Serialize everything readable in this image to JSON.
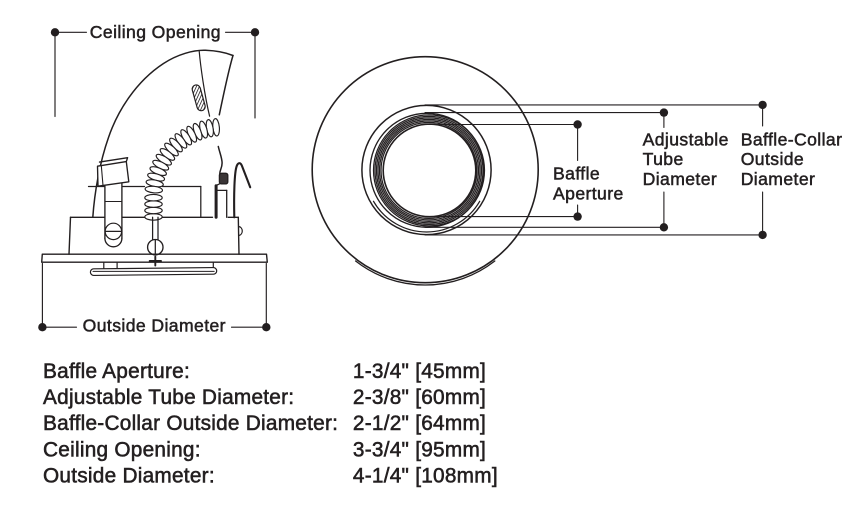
{
  "document_title": "Recessed gimbal downlight trim - dimension diagram",
  "colors": {
    "ink": "#231f20",
    "background": "#ffffff"
  },
  "side_view": {
    "dim_top_label": "Ceiling Opening",
    "dim_bottom_label": "Outside Diameter"
  },
  "front_view": {
    "labels": {
      "baffle_aperture": [
        "Baffle",
        "Aperture"
      ],
      "adjustable_tube": [
        "Adjustable",
        "Tube",
        "Diameter"
      ],
      "baffle_collar": [
        "Baffle-Collar",
        "Outside",
        "Diameter"
      ]
    }
  },
  "dimensions_table": {
    "rows": [
      {
        "label": "Baffle Aperture:",
        "value": "1-3/4\" [45mm]"
      },
      {
        "label": "Adjustable Tube Diameter:",
        "value": "2-3/8\" [60mm]"
      },
      {
        "label": "Baffle-Collar Outside Diameter:",
        "value": "2-1/2\" [64mm]"
      },
      {
        "label": "Ceiling Opening:",
        "value": "3-3/4\" [95mm]"
      },
      {
        "label": "Outside Diameter:",
        "value": "4-1/4\" [108mm]"
      }
    ]
  }
}
